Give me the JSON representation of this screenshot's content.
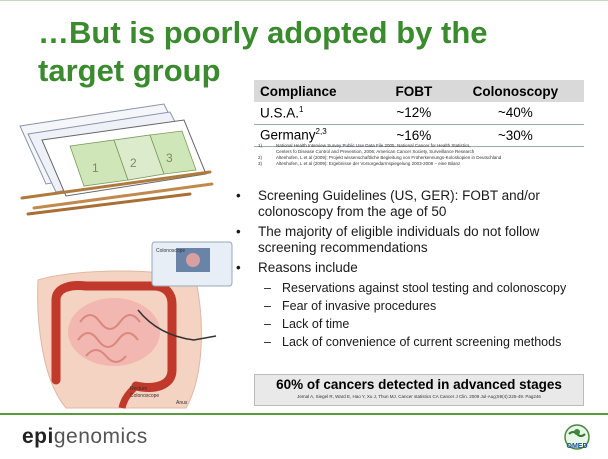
{
  "title": "…But is poorly adopted by the target group",
  "table": {
    "headers": [
      "Compliance",
      "FOBT",
      "Colonoscopy"
    ],
    "rows": [
      {
        "country": "U.S.A.",
        "sup": "1",
        "fobt": "~12%",
        "colonoscopy": "~40%"
      },
      {
        "country": "Germany",
        "sup": "2,3",
        "fobt": "~16%",
        "colonoscopy": "~30%"
      }
    ]
  },
  "footnotes": [
    {
      "num": "1)",
      "text": "National Health Interview Survey Public Use Data File 2005. National Cancer for Health Statistics,"
    },
    {
      "num": "",
      "text": "Centers fo Disease Control and Prevention, 2006; American Cancer Society, Surveillance Research"
    },
    {
      "num": "2)",
      "text": "Altenhofen, L et al (2009); Projekt wissenschaftliche Begleitung von Früherkennungs-Koloskopien in Deutschland"
    },
    {
      "num": "3)",
      "text": "Altenhofen, L et al (2009): Ergebnisse der Vorsorgedarmspiegelung 2003-2008 – eine Bilanz"
    }
  ],
  "bullets": [
    {
      "text": "Screening Guidelines (US, GER): FOBT and/or colonoscopy from the age of 50"
    },
    {
      "text": "The majority of eligible individuals do not follow screening recommendations"
    },
    {
      "text": "Reasons include"
    }
  ],
  "reasons": [
    "Reservations against stool testing and colonoscopy",
    "Fear of invasive procedures",
    "Lack of time",
    "Lack of convenience of current screening methods"
  ],
  "callout": {
    "text": "60% of cancers detected in advanced stages",
    "reference": "Jemal A, Siegel R, Ward E, Hao Y, Xu J, Thun MJ. Cancer statistics CA Cancer J Clin. 2009 Jul-Aug;59(4):225-49. Pag246"
  },
  "test_card_numbers": [
    "1",
    "2",
    "3"
  ],
  "illustration_labels": [
    "Colonoscope",
    "Rectum",
    "Colonoscope",
    "Anus"
  ],
  "logo": {
    "prefix": "epi",
    "suffix": "genomics"
  },
  "badge": "OMED",
  "colors": {
    "title": "#3a8a2e",
    "divider": "#5a9a3a",
    "table_header": "#d9d9d9"
  }
}
